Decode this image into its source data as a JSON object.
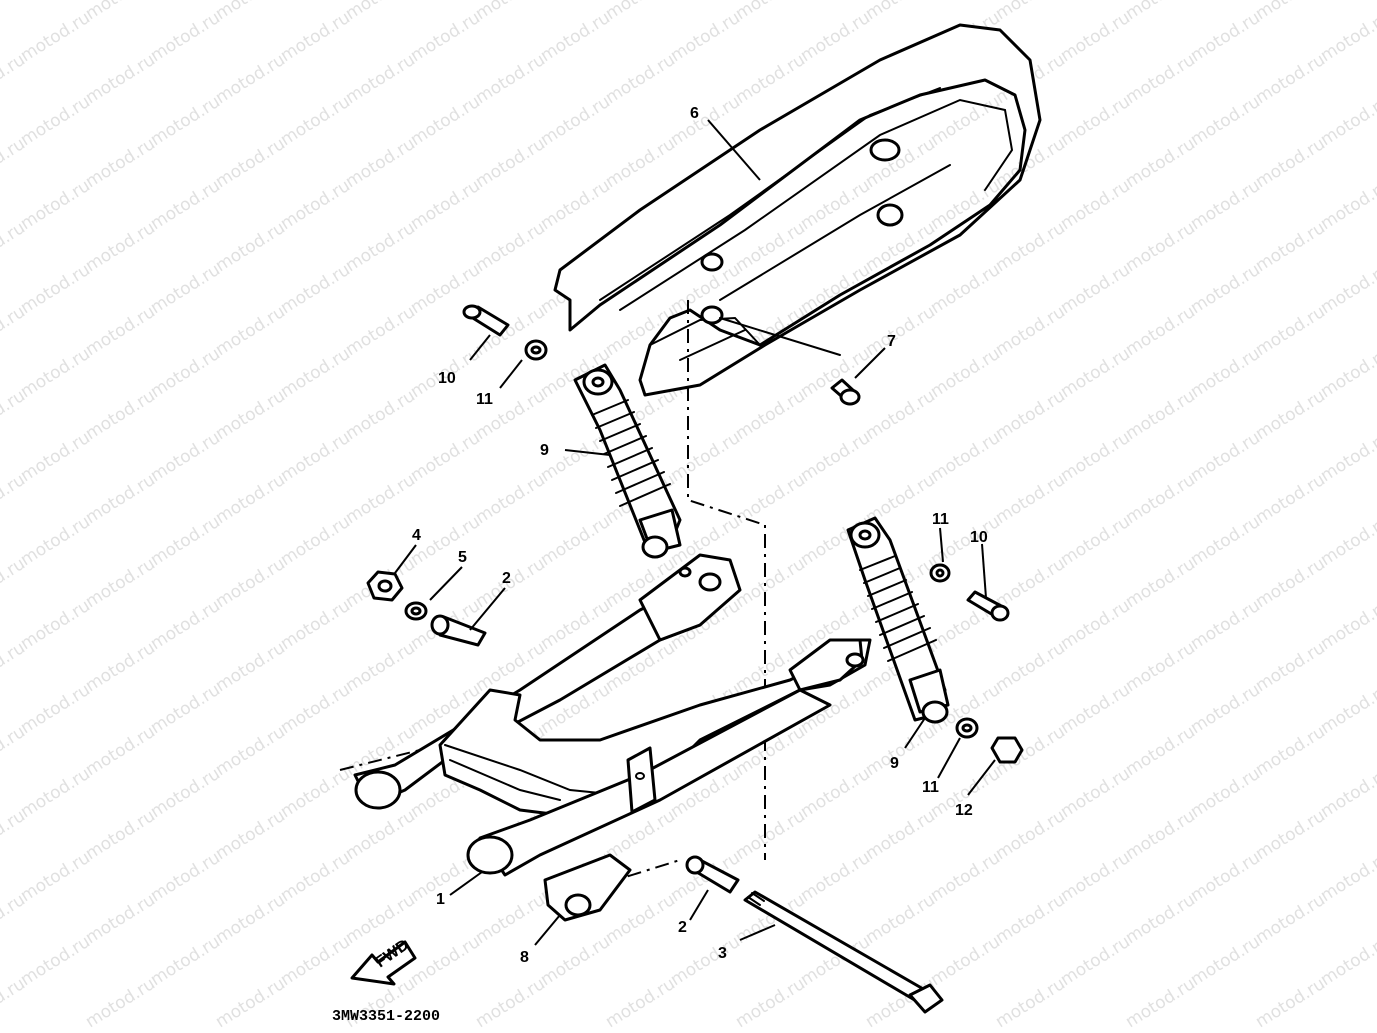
{
  "watermark": "motod.ru",
  "diagram_code": "3MW3351-2200",
  "fwd_label": "FWD",
  "callouts": {
    "c1": "1",
    "c2a": "2",
    "c2b": "2",
    "c3": "3",
    "c4": "4",
    "c5": "5",
    "c6": "6",
    "c7": "7",
    "c8": "8",
    "c9a": "9",
    "c9b": "9",
    "c10a": "10",
    "c10b": "10",
    "c11a": "11",
    "c11b": "11",
    "c11c": "11",
    "c12": "12"
  },
  "colors": {
    "line": "#000000",
    "background": "#ffffff",
    "watermark": "#c8c8c8"
  }
}
